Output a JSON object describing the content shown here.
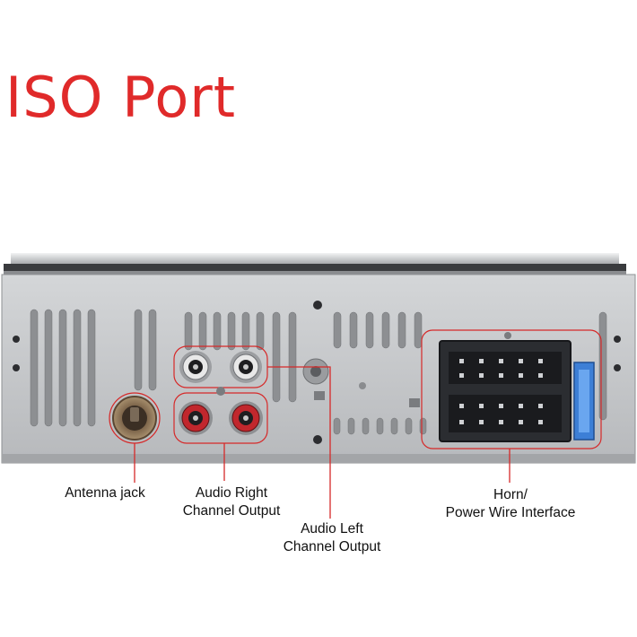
{
  "title": "ISO Port",
  "labels": {
    "antenna": "Antenna jack",
    "audio_right": [
      "Audio Right",
      "Channel Output"
    ],
    "audio_left": [
      "Audio Left",
      "Channel Output"
    ],
    "horn_power": [
      "Horn/",
      "Power Wire Interface"
    ]
  },
  "colors": {
    "title": "#e02a2a",
    "callout": "#d62828",
    "chassis": "#c4c6c8",
    "connector": "#2b2d31",
    "fuse": "#3d7fd6",
    "rca_red": "#c1272d",
    "rca_white": "#e8e8e8"
  }
}
